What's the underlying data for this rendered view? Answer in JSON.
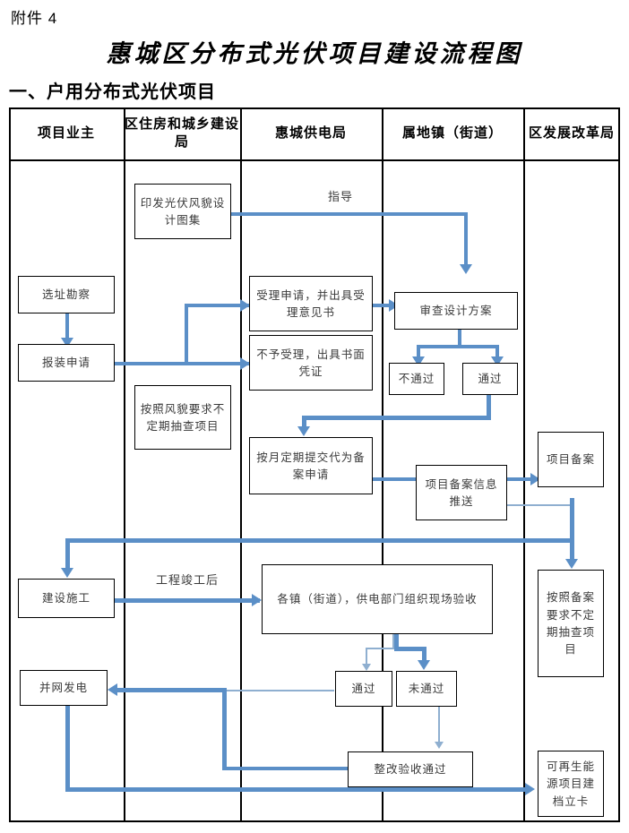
{
  "document": {
    "attachment_label": "附件 4",
    "title": "惠城区分布式光伏项目建设流程图",
    "section_heading": "一、户用分布式光伏项目"
  },
  "columns": [
    {
      "id": "owner",
      "label": "项目业主"
    },
    {
      "id": "housing",
      "label": "区住房和城乡建设局"
    },
    {
      "id": "power",
      "label": "惠城供电局"
    },
    {
      "id": "town",
      "label": "属地镇（街道）"
    },
    {
      "id": "devreform",
      "label": "区发展改革局"
    }
  ],
  "nodes": [
    {
      "id": "design-atlas",
      "text": "印发光伏风貌设计图集",
      "column": "housing"
    },
    {
      "id": "site-survey",
      "text": "选址勘察",
      "column": "owner"
    },
    {
      "id": "install-apply",
      "text": "报装申请",
      "column": "owner"
    },
    {
      "id": "accept-apply",
      "text": "受理申请，并出具受理意见书",
      "column": "power"
    },
    {
      "id": "reject-apply",
      "text": "不予受理，出具书面凭证",
      "column": "power"
    },
    {
      "id": "spot-check-style",
      "text": "按照风貌要求不定期抽查项目",
      "column": "housing"
    },
    {
      "id": "review-design",
      "text": "审查设计方案",
      "column": "town"
    },
    {
      "id": "review-fail",
      "text": "不通过",
      "column": "town"
    },
    {
      "id": "review-pass",
      "text": "通过",
      "column": "town"
    },
    {
      "id": "monthly-filing",
      "text": "按月定期提交代为备案申请",
      "column": "power"
    },
    {
      "id": "filing-push",
      "text": "项目备案信息推送",
      "column": "town"
    },
    {
      "id": "project-filing",
      "text": "项目备案",
      "column": "devreform"
    },
    {
      "id": "construction",
      "text": "建设施工",
      "column": "owner"
    },
    {
      "id": "onsite-accept",
      "text": "各镇（街道），供电部门组织现场验收",
      "column": "power"
    },
    {
      "id": "spot-check-filing",
      "text": "按照备案要求不定期抽查项目",
      "column": "devreform"
    },
    {
      "id": "accept-pass",
      "text": "通过",
      "column": "power"
    },
    {
      "id": "accept-fail",
      "text": "未通过",
      "column": "power"
    },
    {
      "id": "grid-connect",
      "text": "并网发电",
      "column": "owner"
    },
    {
      "id": "rectify-pass",
      "text": "整改验收通过",
      "column": "power"
    },
    {
      "id": "renewable-record",
      "text": "可再生能源项目建档立卡",
      "column": "devreform"
    }
  ],
  "edge_labels": [
    {
      "id": "guidance",
      "text": "指导"
    },
    {
      "id": "after-completion",
      "text": "工程竣工后"
    }
  ],
  "colors": {
    "connector": "#5B8FC7",
    "connector_light": "#8FAFD0",
    "border": "#000000",
    "text": "#3a3a3a",
    "background": "#ffffff"
  }
}
